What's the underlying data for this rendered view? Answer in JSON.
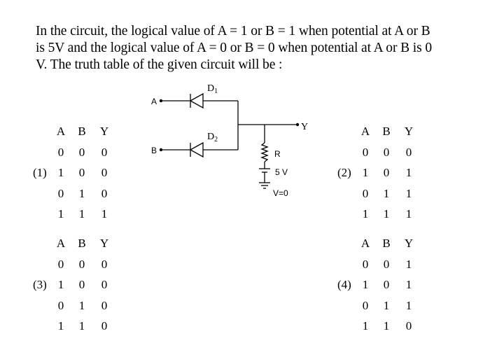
{
  "question": "In the circuit, the logical value of A = 1 or B = 1 when potential at A or B is 5V and the logical value of A = 0 or B = 0 when potential at A or B is 0 V. The truth table of the given circuit will be :",
  "circuit": {
    "input_a": "A",
    "input_b": "B",
    "output": "Y",
    "diode1": "D",
    "diode1_sub": "1",
    "diode2": "D",
    "diode2_sub": "2",
    "resistor": "R",
    "battery": "5 V",
    "ground": "V=0"
  },
  "options": [
    {
      "label": "(1)",
      "headers": [
        "A",
        "B",
        "Y"
      ],
      "rows": [
        [
          "0",
          "0",
          "0"
        ],
        [
          "1",
          "0",
          "0"
        ],
        [
          "0",
          "1",
          "0"
        ],
        [
          "1",
          "1",
          "1"
        ]
      ]
    },
    {
      "label": "(2)",
      "headers": [
        "A",
        "B",
        "Y"
      ],
      "rows": [
        [
          "0",
          "0",
          "0"
        ],
        [
          "1",
          "0",
          "1"
        ],
        [
          "0",
          "1",
          "1"
        ],
        [
          "1",
          "1",
          "1"
        ]
      ]
    },
    {
      "label": "(3)",
      "headers": [
        "A",
        "B",
        "Y"
      ],
      "rows": [
        [
          "0",
          "0",
          "0"
        ],
        [
          "1",
          "0",
          "0"
        ],
        [
          "0",
          "1",
          "0"
        ],
        [
          "1",
          "1",
          "0"
        ]
      ]
    },
    {
      "label": "(4)",
      "headers": [
        "A",
        "B",
        "Y"
      ],
      "rows": [
        [
          "0",
          "0",
          "1"
        ],
        [
          "1",
          "0",
          "1"
        ],
        [
          "0",
          "1",
          "1"
        ],
        [
          "1",
          "1",
          "0"
        ]
      ]
    }
  ]
}
